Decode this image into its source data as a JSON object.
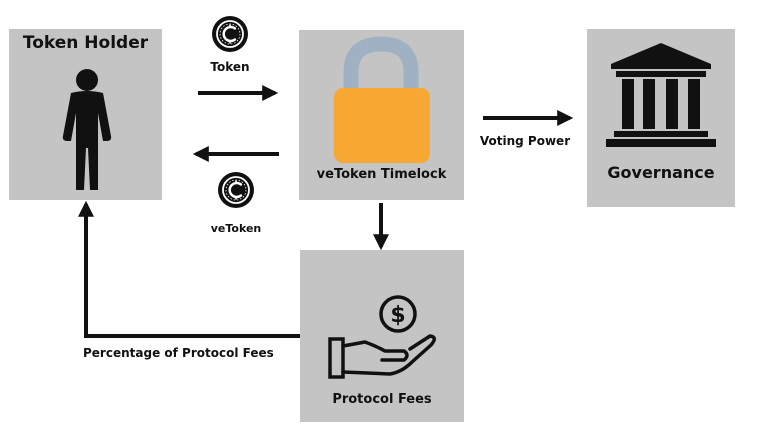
{
  "nodes": {
    "holder": {
      "label": "Token Holder",
      "icon": "person-icon"
    },
    "timelock": {
      "label": "veToken Timelock",
      "icon": "padlock-icon"
    },
    "governance": {
      "label": "Governance",
      "icon": "bank-building-icon"
    },
    "fees": {
      "label": "Protocol Fees",
      "icon": "hand-holding-dollar-icon"
    }
  },
  "edges": {
    "token": {
      "label": "Token",
      "icon": "coin-icon"
    },
    "vetoken": {
      "label": "veToken",
      "icon": "coin-icon"
    },
    "voting": {
      "label": "Voting Power"
    },
    "fees_return": {
      "label": "Percentage of Protocol Fees"
    }
  },
  "colors": {
    "box_fill": "#c4c4c4",
    "lock_body": "#f7a833",
    "lock_shackle": "#9fb1c2",
    "ink": "#111111"
  }
}
